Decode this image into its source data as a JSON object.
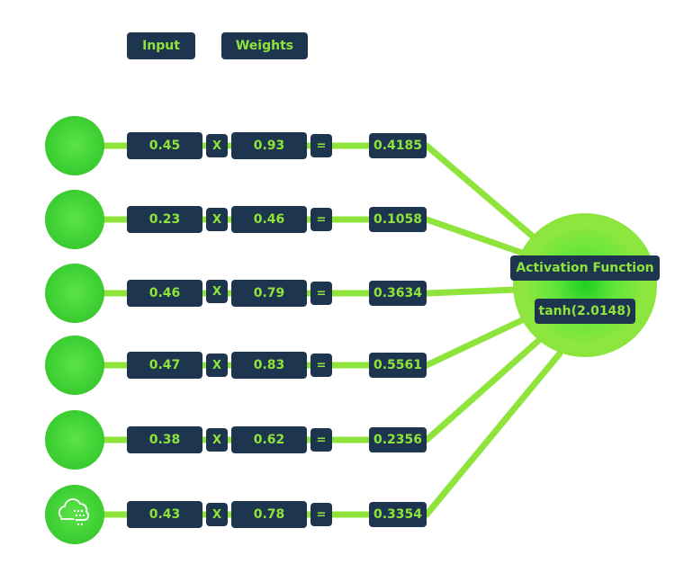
{
  "headers": {
    "input": "Input",
    "weights": "Weights"
  },
  "rows": [
    {
      "input": "0.45",
      "times": "X",
      "weight": "0.93",
      "equals": "=",
      "product": "0.4185"
    },
    {
      "input": "0.23",
      "times": "X",
      "weight": "0.46",
      "equals": "=",
      "product": "0.1058"
    },
    {
      "input": "0.46",
      "times": "X",
      "weight": "0.79",
      "equals": "=",
      "product": "0.3634"
    },
    {
      "input": "0.47",
      "times": "X",
      "weight": "0.83",
      "equals": "=",
      "product": "0.5561"
    },
    {
      "input": "0.38",
      "times": "X",
      "weight": "0.62",
      "equals": "=",
      "product": "0.2356"
    },
    {
      "input": "0.43",
      "times": "X",
      "weight": "0.78",
      "equals": "=",
      "product": "0.3354"
    }
  ],
  "activation": {
    "label": "Activation Function",
    "value": "tanh(2.0148)"
  },
  "last_node_icon": "cloud-data-icon",
  "colors": {
    "accent": "#8ee43a",
    "box": "#1e3550",
    "node": "#3fd134",
    "line": "#8ee43a"
  }
}
